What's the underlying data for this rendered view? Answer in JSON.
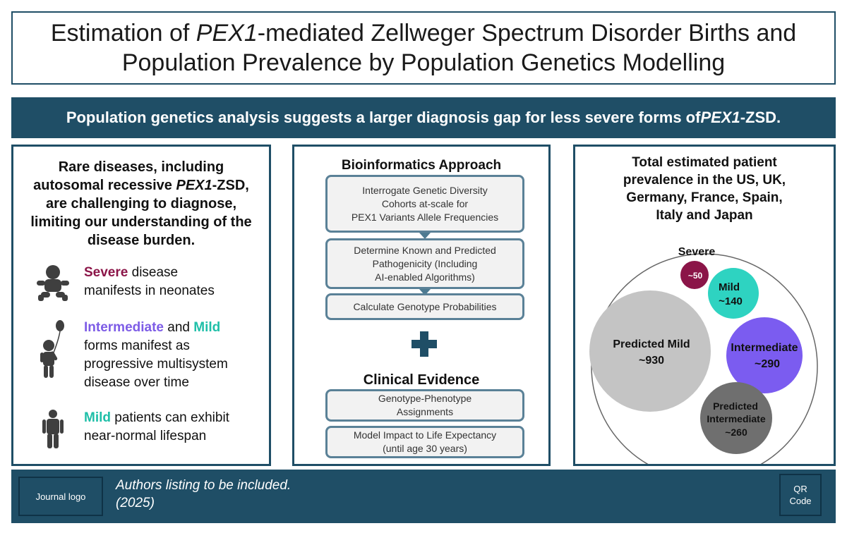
{
  "title": {
    "line1_pre": "Estimation of ",
    "line1_italic": "PEX1",
    "line1_post": "-mediated Zellweger Spectrum Disorder Births and",
    "line2": "Population Prevalence by Population Genetics Modelling"
  },
  "banner": {
    "pre": "Population genetics analysis suggests a larger diagnosis gap for less severe forms of ",
    "italic": "PEX1",
    "post": "-ZSD."
  },
  "left": {
    "heading_l1": "Rare diseases, including",
    "heading_l2_pre": "autosomal recessive ",
    "heading_l2_italic": "PEX1",
    "heading_l2_post": "-ZSD,",
    "heading_l3": "are challenging to diagnose,",
    "heading_l4": "limiting our understanding of the",
    "heading_l5": "disease burden.",
    "items": [
      {
        "icon": "baby-icon",
        "highlight": "Severe",
        "text_l1_rest": " disease",
        "text_l2": "manifests in neonates"
      },
      {
        "icon": "child-balloon-icon",
        "highlight1": "Intermediate",
        "mid": " and ",
        "highlight2": "Mild",
        "text_l2": "forms manifest as",
        "text_l3": "progressive multisystem",
        "text_l4": "disease over time"
      },
      {
        "icon": "adult-icon",
        "highlight": "Mild",
        "text_l1_rest": " patients can exhibit",
        "text_l2": "near-normal lifespan"
      }
    ]
  },
  "middle": {
    "bio_title": "Bioinformatics Approach",
    "steps": [
      {
        "l1": "Interrogate Genetic Diversity",
        "l2": "Cohorts at-scale for",
        "l3": "PEX1 Variants Allele Frequencies"
      },
      {
        "l1": "Determine Known and Predicted",
        "l2": "Pathogenicity (Including",
        "l3": "AI-enabled Algorithms)"
      },
      {
        "l1": "Calculate Genotype Probabilities"
      }
    ],
    "clin_title": "Clinical Evidence",
    "clin_steps": [
      {
        "l1": "Genotype-Phenotype",
        "l2": "Assignments"
      },
      {
        "l1": "Model Impact to Life Expectancy",
        "l2": "(until age 30 years)"
      }
    ]
  },
  "right": {
    "heading": [
      "Total estimated patient",
      "prevalence in the US, UK,",
      "Germany, France, Spain,",
      "Italy and Japan"
    ],
    "bubbles": [
      {
        "key": "predicted-mild",
        "name": "Predicted Mild",
        "value": "~930",
        "color": "#c4c4c4",
        "text_color": "#111111"
      },
      {
        "key": "severe",
        "name": "Severe",
        "value": "~50",
        "color": "#8b1548",
        "text_color": "#ffffff"
      },
      {
        "key": "mild",
        "name": "Mild",
        "value": "~140",
        "color": "#2ed3c1",
        "text_color": "#111111"
      },
      {
        "key": "intermediate",
        "name": "Intermediate",
        "value": "~290",
        "color": "#7b5cf0",
        "text_color": "#111111"
      },
      {
        "key": "predicted-intermediate-l1",
        "name": "Predicted",
        "name2": "Intermediate",
        "value": "~260",
        "color": "#6f6f6f",
        "text_color": "#111111"
      }
    ]
  },
  "footer": {
    "journal": "Journal logo",
    "authors_l1": "Authors listing to be included.",
    "authors_l2": "(2025)",
    "qr_l1": "QR",
    "qr_l2": "Code"
  },
  "colors": {
    "navy": "#1f4e66",
    "severe": "#8b1548",
    "intermediate": "#7d5ce6",
    "mild": "#1fbfa8"
  }
}
